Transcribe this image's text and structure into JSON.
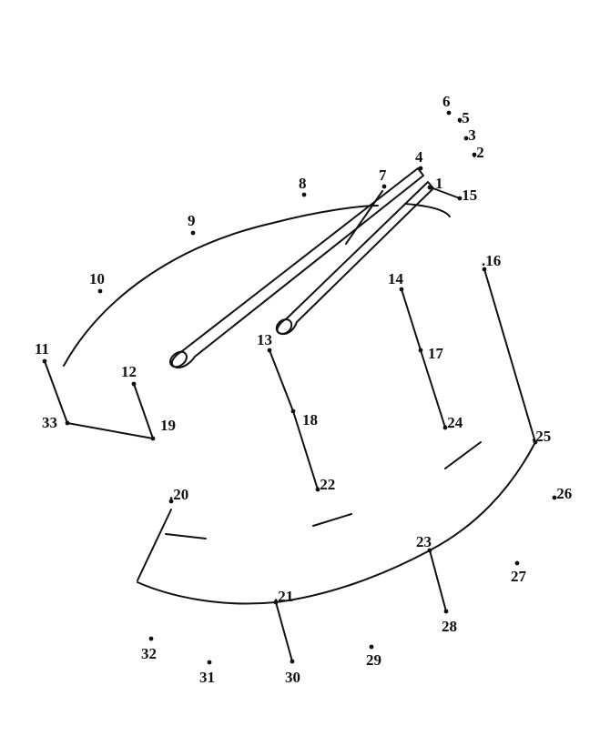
{
  "worksheet": {
    "ink_color": "#111111",
    "paper_color": "#ffffff",
    "dots": [
      {
        "n": "1",
        "label": "1"
      },
      {
        "n": "2",
        "label": ".2"
      },
      {
        "n": "3",
        "label": ".3"
      },
      {
        "n": "4",
        "label": "4"
      },
      {
        "n": "5",
        "label": ".5"
      },
      {
        "n": "6",
        "label": "6"
      },
      {
        "n": "7",
        "label": "7"
      },
      {
        "n": "8",
        "label": "8"
      },
      {
        "n": "9",
        "label": "9"
      },
      {
        "n": "10",
        "label": "10"
      },
      {
        "n": "11",
        "label": "11"
      },
      {
        "n": "12",
        "label": "12"
      },
      {
        "n": "13",
        "label": "13"
      },
      {
        "n": "14",
        "label": "14"
      },
      {
        "n": "15",
        "label": ".15"
      },
      {
        "n": "16",
        "label": ".16"
      },
      {
        "n": "17",
        "label": "17"
      },
      {
        "n": "18",
        "label": "18"
      },
      {
        "n": "19",
        "label": "19"
      },
      {
        "n": "20",
        "label": ".20"
      },
      {
        "n": "21",
        "label": ".21"
      },
      {
        "n": "22",
        "label": ".22"
      },
      {
        "n": "23",
        "label": "23"
      },
      {
        "n": "24",
        "label": ".24"
      },
      {
        "n": "25",
        "label": ".25"
      },
      {
        "n": "26",
        "label": ".26"
      },
      {
        "n": "27",
        "label": "27"
      },
      {
        "n": "28",
        "label": "28"
      },
      {
        "n": "29",
        "label": "29"
      },
      {
        "n": "30",
        "label": "30"
      },
      {
        "n": "31",
        "label": "31"
      },
      {
        "n": "32",
        "label": "32"
      },
      {
        "n": "33",
        "label": "33"
      }
    ]
  }
}
